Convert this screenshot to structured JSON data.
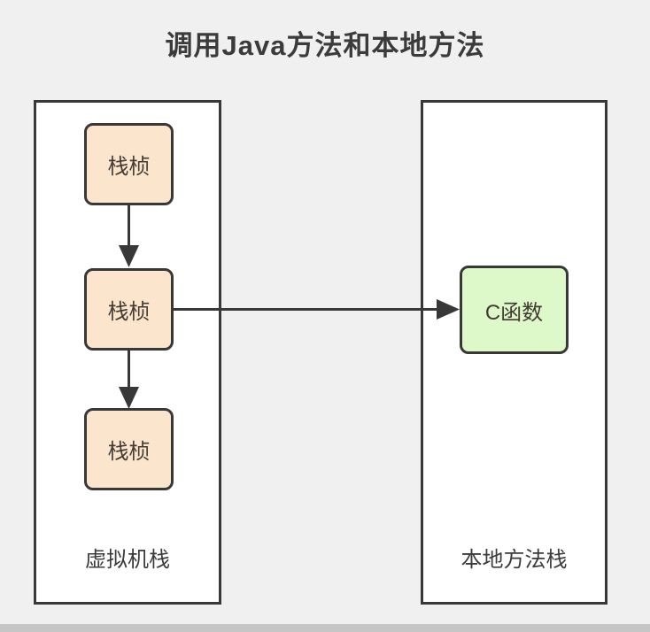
{
  "title": "调用Java方法和本地方法",
  "left_panel": {
    "label": "虚拟机栈",
    "frames": [
      "栈桢",
      "栈桢",
      "栈桢"
    ]
  },
  "right_panel": {
    "label": "本地方法栈",
    "function_label": "C函数"
  },
  "colors": {
    "page_bg": "#f0f0f0",
    "panel_bg": "#ffffff",
    "line": "#383838",
    "frame_fill": "#fce5cd",
    "function_fill": "#ddf8c9",
    "text": "#3b3b3b",
    "box_text": "#433b33",
    "bottom_strip": "#c6c6c6"
  }
}
